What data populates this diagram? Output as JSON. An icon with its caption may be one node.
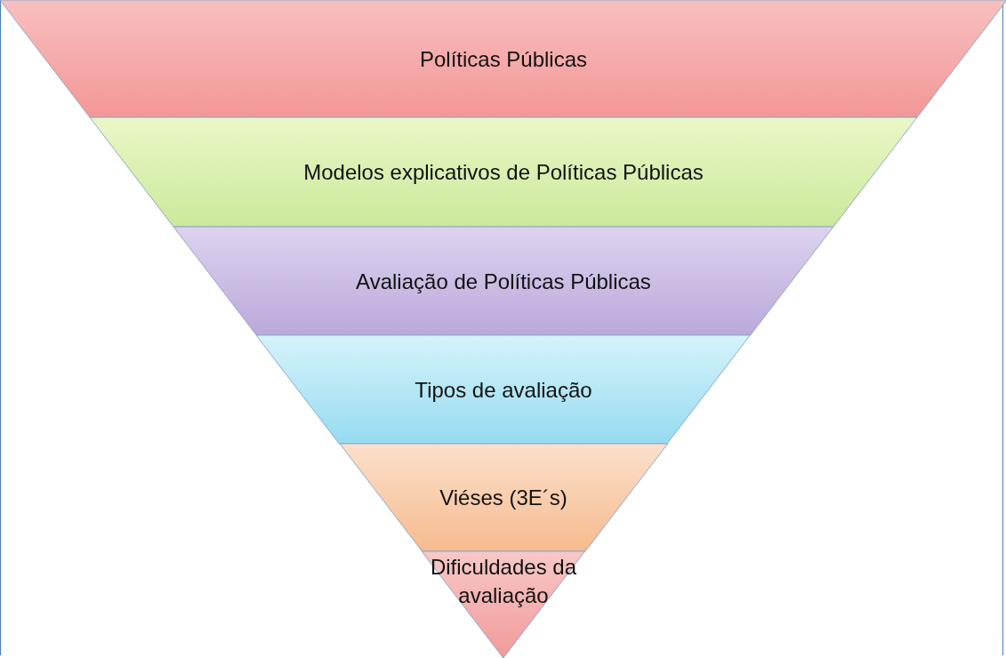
{
  "diagram": {
    "nodes": [
      {
        "text": [
          "Políticas Públicas"
        ]
      },
      {
        "text": [
          "Modelos explicativos de Políticas Públicas"
        ]
      },
      {
        "text": [
          "Avaliação de Políticas Públicas"
        ]
      },
      {
        "text": [
          "Tipos de avaliação"
        ]
      },
      {
        "text": [
          "Viéses (3E´s)"
        ]
      },
      {
        "text": [
          "Dificuldades da avaliação"
        ]
      }
    ]
  }
}
